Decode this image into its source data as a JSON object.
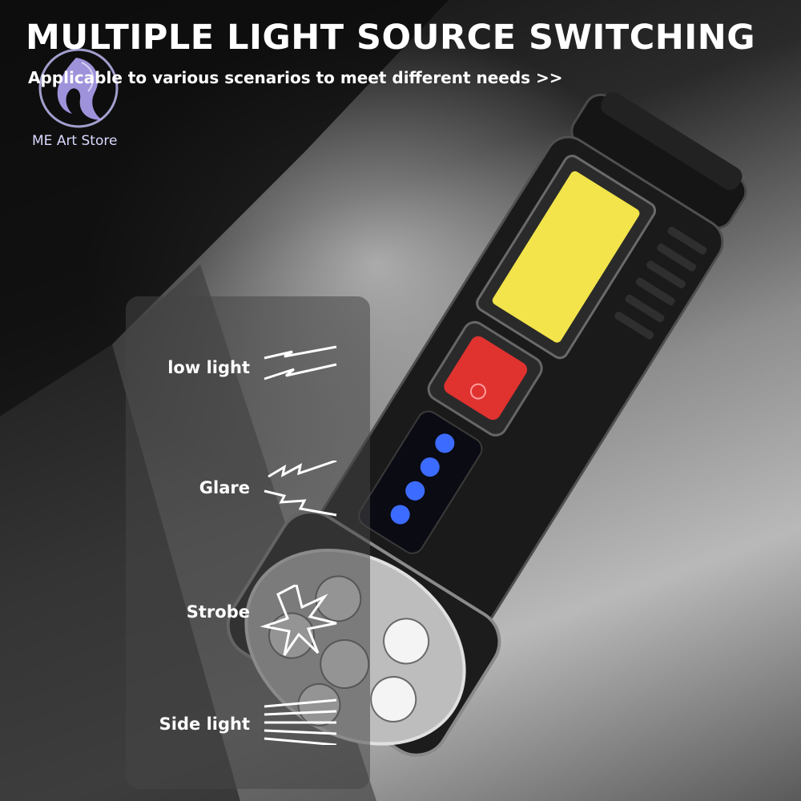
{
  "banner": {
    "headline": "MULTIPLE LIGHT SOURCE SWITCHING",
    "subline": "Applicable to various scenarios to meet different needs  >>"
  },
  "watermark": {
    "store_name": "ME Art Store"
  },
  "light_modes": [
    {
      "label": "low light",
      "icon": "two-lightning-lines-icon"
    },
    {
      "label": "Glare",
      "icon": "zigzag-lightning-icon"
    },
    {
      "label": "Strobe",
      "icon": "starburst-flash-icon"
    },
    {
      "label": "Side light",
      "icon": "parallel-rays-icon"
    }
  ],
  "colors": {
    "cob_light": "#f2e44a",
    "switch_button": "#e0322f",
    "battery_leds": "#3c6cff",
    "text": "#ffffff"
  }
}
